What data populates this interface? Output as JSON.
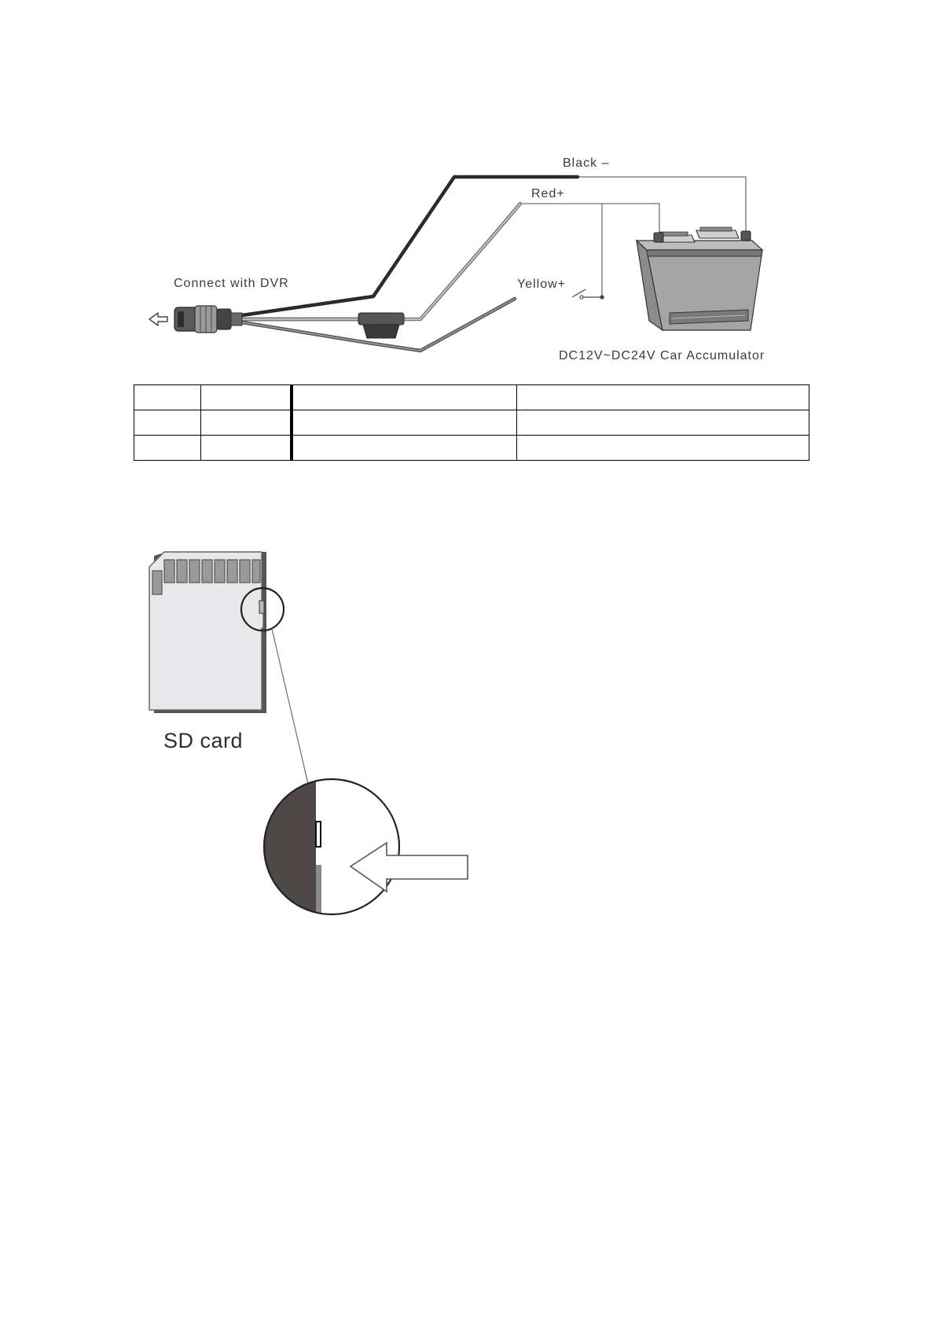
{
  "wiring_diagram": {
    "labels": {
      "black": "Black –",
      "red": "Red+",
      "yellow": "Yellow+",
      "dvr": "Connect with DVR",
      "battery": "DC12V~DC24V Car Accumulator"
    },
    "icons": [
      "arrow-left-icon",
      "connector-plug-icon",
      "fuse-icon",
      "switch-icon",
      "car-battery-icon"
    ],
    "colors": {
      "wire_dark": "#2b2b2b",
      "wire_gray": "#8c8c8c",
      "line_thin": "#888888",
      "battery_body": "#9a9a9a"
    }
  },
  "spec_table": {
    "rows": [
      [
        "",
        "",
        "",
        ""
      ],
      [
        "",
        "",
        "",
        ""
      ],
      [
        "",
        "",
        "",
        ""
      ]
    ]
  },
  "sd_diagram": {
    "label": "SD card",
    "icons": [
      "sd-card-icon",
      "magnifier-circle-icon",
      "arrow-left-outline-icon"
    ],
    "colors": {
      "card_fill": "#e8e8ea",
      "card_edge": "#555555",
      "zoom_dark": "#4e4848"
    }
  }
}
